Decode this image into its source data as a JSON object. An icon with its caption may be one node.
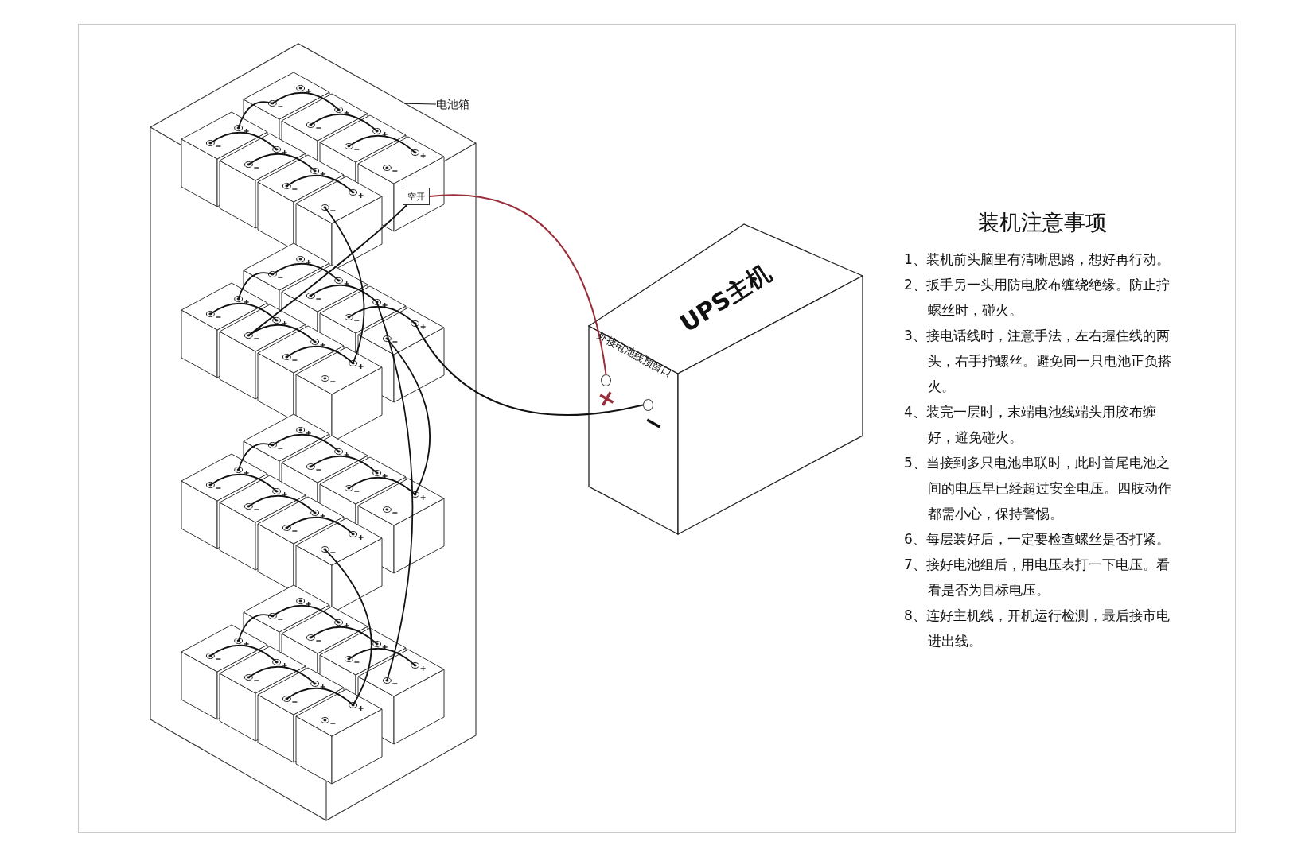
{
  "diagram": {
    "title": "装机注意事项",
    "nodes": [
      {
        "text": [
          "电池箱"
        ]
      },
      {
        "text": [],
        "shape": "box"
      },
      {
        "text": [
          "空开"
        ],
        "in": 1
      },
      {
        "text": [
          "UPS主机",
          "外接电池线预留口"
        ]
      },
      {
        "text": [],
        "shape": "circle",
        "beside": [
          "+"
        ]
      },
      {
        "text": [],
        "shape": "circle",
        "beside": [
          "−"
        ]
      }
    ],
    "edges": [
      {
        "from": 0,
        "to": 1,
        "arrow": "none"
      },
      {
        "from": 2,
        "to": 4,
        "arrow": "none",
        "color": "#9b2d3a"
      },
      {
        "from": null,
        "to": 5,
        "arrow": "none"
      },
      {
        "from": null,
        "to": 2,
        "arrow": "none"
      }
    ],
    "labels": [
      "1、装机前头脑里有清晰思路，想好再行动。",
      "2、扳手另一头用防电胶布缠绕绝缘。防止拧螺丝时，碰火。",
      "3、接电话线时，注意手法，左右握住线的两头，右手拧螺丝。避免同一只电池正负搭火。",
      "4、装完一层时，末端电池线端头用胶布缠好，避免碰火。",
      "5、当接到多只电池串联时，此时首尾电池之间的电压早已经超过安全电压。四肢动作都需小心，保持警惕。",
      "6、每层装好后，一定要检查螺丝是否打紧。",
      "7、接好电池组后，用电压表打一下电压。看看是否为目标电压。",
      "8、连好主机线，开机运行检测，最后接市电进出线。"
    ]
  }
}
